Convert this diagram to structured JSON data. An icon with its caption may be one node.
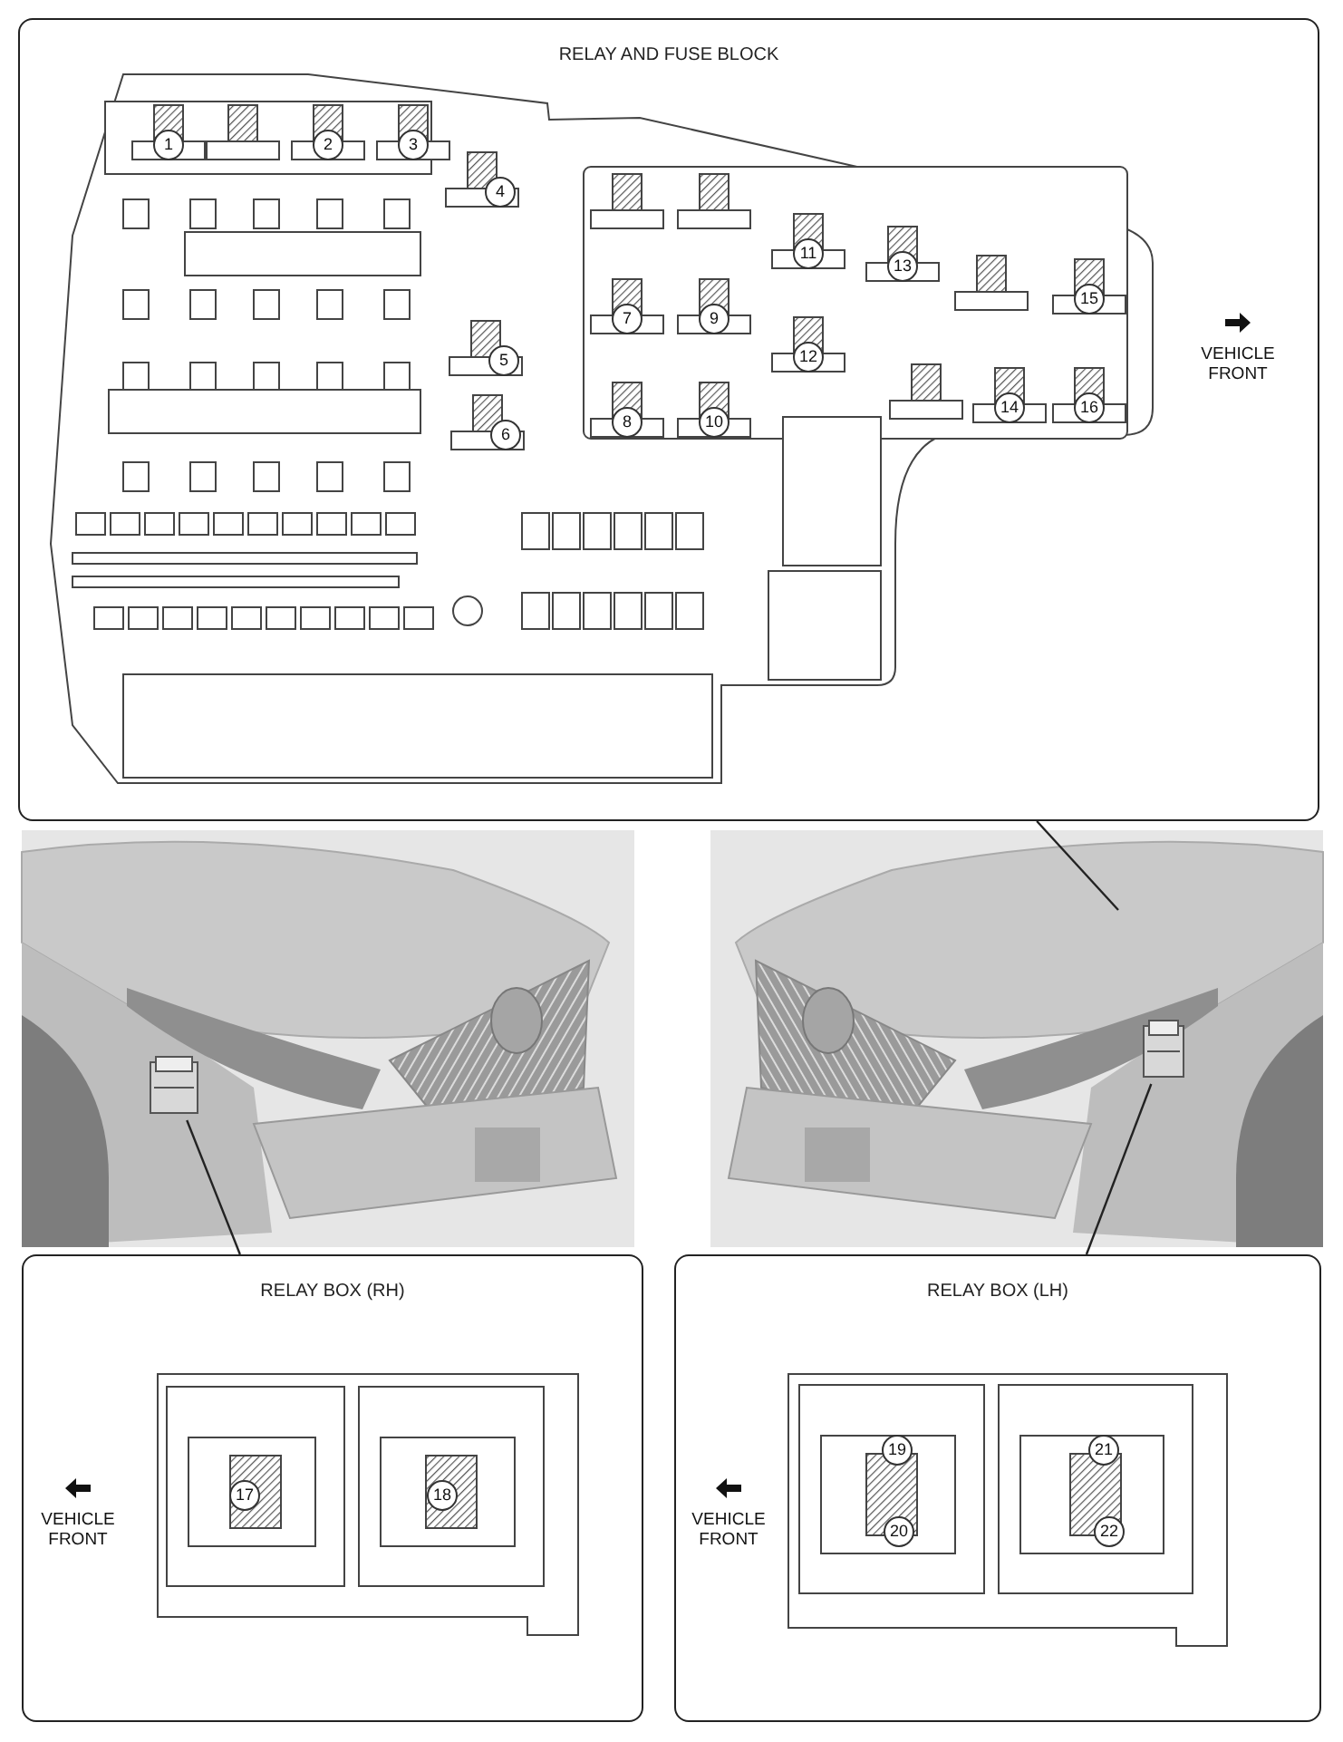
{
  "diagram": {
    "nodes": [
      {
        "text": [
          "RELAY AND FUSE BLOCK"
        ]
      },
      {
        "text": [
          "RELAY BOX (RH)"
        ]
      },
      {
        "text": [
          "RELAY BOX (LH)"
        ]
      },
      {
        "text": [],
        "shape": "picture"
      },
      {
        "text": [],
        "shape": "picture"
      }
    ],
    "edges": [
      {
        "from": 0,
        "to": null,
        "arrow": "none"
      },
      {
        "from": 1,
        "to": 3,
        "arrow": "none"
      },
      {
        "from": 2,
        "to": 4,
        "arrow": "none"
      }
    ],
    "labels": [
      "1",
      "2",
      "3",
      "4",
      "5",
      "6",
      "7",
      "8",
      "9",
      "10",
      "11",
      "12",
      "13",
      "14",
      "15",
      "16",
      "VEHICLE FRONT",
      "VEHICLE FRONT",
      "17",
      "18",
      "VEHICLE FRONT",
      "19",
      "20",
      "21",
      "22"
    ]
  }
}
